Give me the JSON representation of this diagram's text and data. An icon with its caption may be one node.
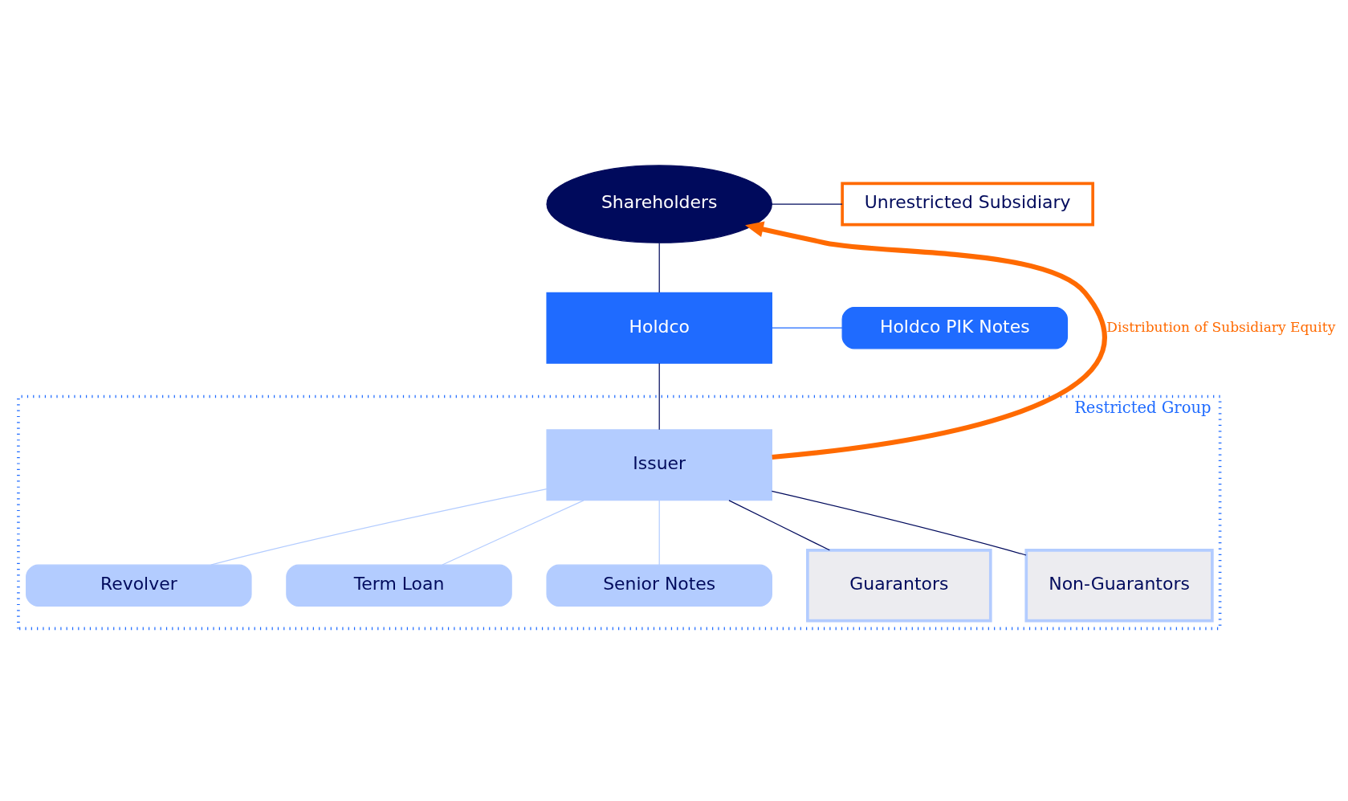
{
  "diagram": {
    "nodes": [
      {
        "text": [
          "Shareholders"
        ]
      },
      {
        "text": [
          "Unrestricted Subsidiary"
        ]
      },
      {
        "text": [
          "Holdco"
        ]
      },
      {
        "text": [
          "Holdco PIK Notes"
        ]
      },
      {
        "text": [
          "Restricted Group"
        ]
      },
      {
        "text": [
          "Issuer"
        ],
        "in": 4
      },
      {
        "text": [
          "Revolver"
        ],
        "in": 4
      },
      {
        "text": [
          "Term Loan"
        ],
        "in": 4
      },
      {
        "text": [
          "Senior Notes"
        ],
        "in": 4
      },
      {
        "text": [
          "Guarantors"
        ],
        "in": 4
      },
      {
        "text": [
          "Non-Guarantors"
        ],
        "in": 4
      }
    ],
    "edges": [
      {
        "from": 0,
        "to": 1,
        "arrow": "none"
      },
      {
        "from": 0,
        "to": 2,
        "arrow": "none"
      },
      {
        "from": 2,
        "to": 3,
        "arrow": "none",
        "color": "#1f6bff"
      },
      {
        "from": 2,
        "to": 5,
        "arrow": "none"
      },
      {
        "from": 5,
        "to": 6,
        "arrow": "none",
        "color": "#b3ccff"
      },
      {
        "from": 5,
        "to": 7,
        "arrow": "none",
        "color": "#b3ccff"
      },
      {
        "from": 5,
        "to": 8,
        "arrow": "none",
        "color": "#b3ccff"
      },
      {
        "from": 5,
        "to": 9,
        "arrow": "none"
      },
      {
        "from": 5,
        "to": 10,
        "arrow": "none"
      },
      {
        "from": 5,
        "to": 0,
        "arrow": "to",
        "style": "thick",
        "color": "#ff6a00",
        "label": "Distribution of Subsidiary Equity"
      }
    ]
  }
}
